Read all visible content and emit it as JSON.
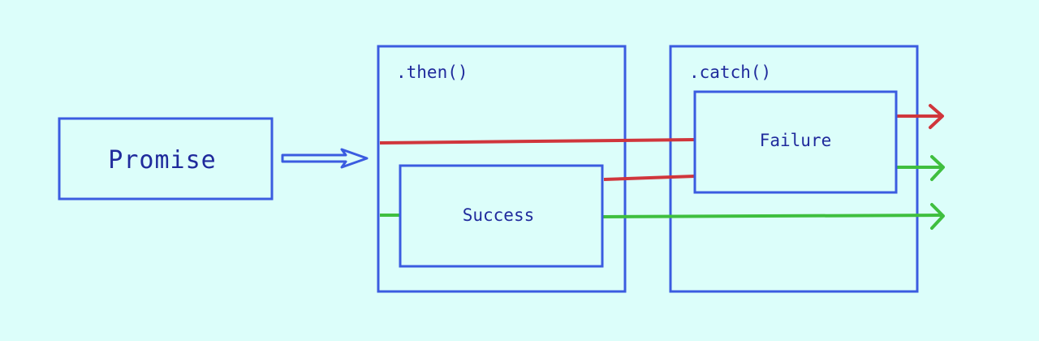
{
  "diagram": {
    "promise_label": "Promise",
    "then_label": ".then()",
    "success_label": "Success",
    "catch_label": ".catch()",
    "failure_label": "Failure"
  },
  "colors": {
    "background": "#dcfefa",
    "box_stroke": "#3b5ce0",
    "text": "#1f2a9c",
    "rejected_path": "#d0363c",
    "fulfilled_path": "#3fbf3f"
  }
}
